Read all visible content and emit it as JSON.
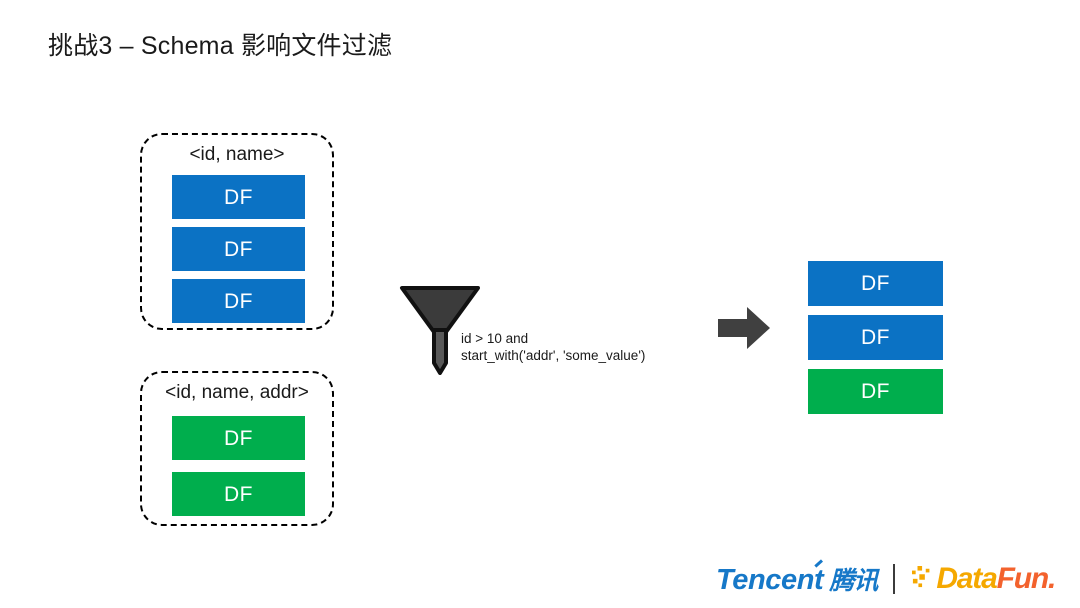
{
  "slide": {
    "title": "挑战3 – Schema 影响文件过滤"
  },
  "colors": {
    "blue": "#0b72c4",
    "green": "#00ae4d",
    "funnel_cone": "#3b3b3b",
    "funnel_stem": "#595959",
    "arrow": "#404040",
    "dashed_border": "#000000",
    "tencent_blue": "#1678c8",
    "datafun_gold": "#f5a800",
    "datafun_orange": "#f3622d"
  },
  "input_groups": [
    {
      "label": "<id, name>",
      "blocks": [
        {
          "label": "DF",
          "color": "blue"
        },
        {
          "label": "DF",
          "color": "blue"
        },
        {
          "label": "DF",
          "color": "blue"
        }
      ]
    },
    {
      "label": "<id, name, addr>",
      "blocks": [
        {
          "label": "DF",
          "color": "green"
        },
        {
          "label": "DF",
          "color": "green"
        }
      ]
    }
  ],
  "filter": {
    "icon": "funnel-icon",
    "predicate_line_1": "id > 10 and",
    "predicate_line_2": "start_with('addr', 'some_value')"
  },
  "flow_arrow": {
    "icon": "right-arrow-icon"
  },
  "output_group": {
    "blocks": [
      {
        "label": "DF",
        "color": "blue"
      },
      {
        "label": "DF",
        "color": "blue"
      },
      {
        "label": "DF",
        "color": "green"
      }
    ]
  },
  "footer": {
    "tencent_word": "Tencent",
    "tencent_cn": "腾讯",
    "divider": "|",
    "datafun_data": "Data",
    "datafun_fun": "Fun."
  }
}
